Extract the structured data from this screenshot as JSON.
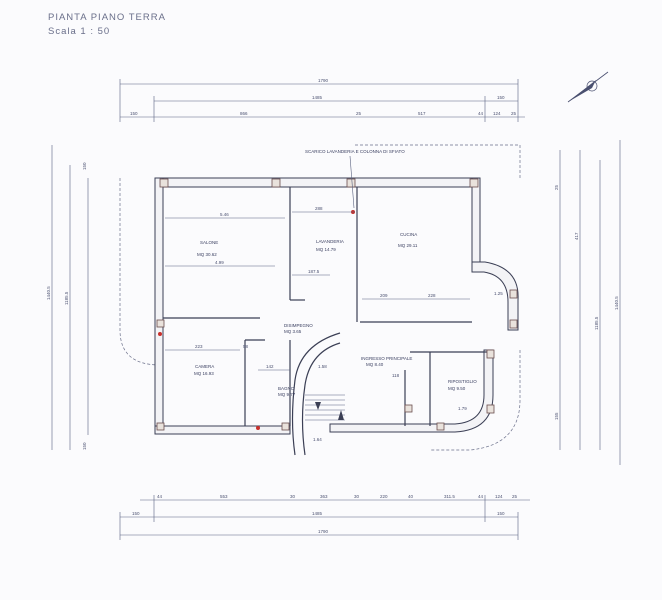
{
  "header": {
    "title": "PIANTA  PIANO  TERRA",
    "scale": "Scala    1  :  50"
  },
  "annotation": "SCARICO LAVANDERIA E COLONNA DI SFIATO",
  "rooms": [
    {
      "name": "SALONE",
      "area": "MQ  30.62"
    },
    {
      "name": "LAVANDERIA",
      "area": "MQ  14.79"
    },
    {
      "name": "CUCINA",
      "area": "MQ  29.11"
    },
    {
      "name": "DISIMPEGNO",
      "area": "MQ  3.65"
    },
    {
      "name": "CAMERA",
      "area": "MQ  16.93"
    },
    {
      "name": "BAGNO",
      "area": "MQ  9.77"
    },
    {
      "name": "INGRESSO  PRINCIPALE",
      "area": "MQ  8.40"
    },
    {
      "name": "RIPOSTIGLIO",
      "area": "MQ  9.50"
    }
  ],
  "dimensions": {
    "top_total": "1790",
    "top_mid": [
      "1485",
      "150"
    ],
    "top_parts": [
      "150",
      "866",
      "25",
      "517",
      "44",
      "124",
      "25"
    ],
    "bottom_parts": [
      "44",
      "553",
      "30",
      "363",
      "30",
      "220",
      "40",
      "311.5",
      "44",
      "124",
      "25"
    ],
    "bottom_mid": [
      "150",
      "1485",
      "150"
    ],
    "bottom_total": "1790",
    "left": [
      "1440.5",
      "1185.5",
      "150",
      "150"
    ],
    "right": [
      "1440.5",
      "1185.5",
      "417",
      "25",
      "155"
    ],
    "interior": [
      "5.46",
      "4.99",
      "288",
      "187.5",
      "209",
      "228",
      "1.25",
      "1.58",
      "1.64",
      "1.79",
      "223",
      "58",
      "142",
      "118"
    ]
  }
}
